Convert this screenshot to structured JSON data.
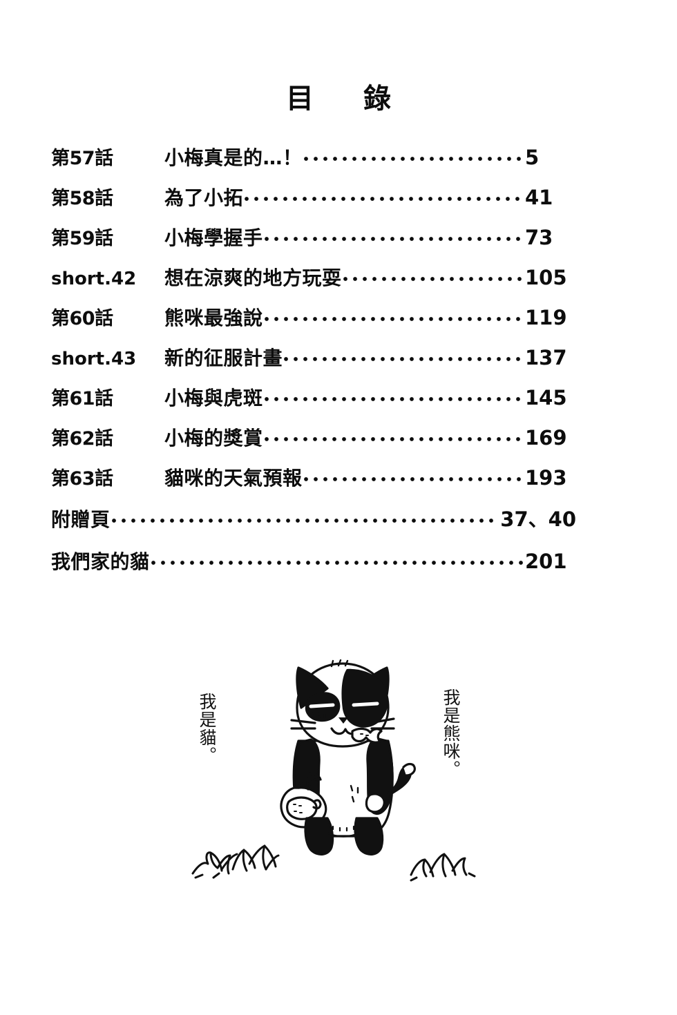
{
  "page": {
    "title_char_1": "目",
    "title_char_2": "錄"
  },
  "toc": {
    "rows": [
      {
        "chapter": "第57話",
        "chapter_style": "cjk",
        "title": "小梅真是的…！",
        "page": "5"
      },
      {
        "chapter": "第58話",
        "chapter_style": "cjk",
        "title": "為了小拓",
        "page": "41"
      },
      {
        "chapter": "第59話",
        "chapter_style": "cjk",
        "title": "小梅學握手",
        "page": "73"
      },
      {
        "chapter": "short.42",
        "chapter_style": "latin",
        "title": "想在涼爽的地方玩耍",
        "page": "105"
      },
      {
        "chapter": "第60話",
        "chapter_style": "cjk",
        "title": "熊咪最強說",
        "page": "119"
      },
      {
        "chapter": "short.43",
        "chapter_style": "latin",
        "title": "新的征服計畫",
        "page": "137"
      },
      {
        "chapter": "第61話",
        "chapter_style": "cjk",
        "title": "小梅與虎斑",
        "page": "145"
      },
      {
        "chapter": "第62話",
        "chapter_style": "cjk",
        "title": "小梅的獎賞",
        "page": "169"
      },
      {
        "chapter": "第63話",
        "chapter_style": "cjk",
        "title": "貓咪的天氣預報",
        "page": "193"
      },
      {
        "chapter": "",
        "chapter_style": "none",
        "title": "附贈頁",
        "page": "37、40"
      },
      {
        "chapter": "",
        "chapter_style": "none",
        "title": "我們家的貓",
        "page": "201"
      }
    ]
  },
  "illustration": {
    "label_left": "我是貓。",
    "label_right": "我是熊咪。",
    "subject": "black-and-white cat standing in grass, eating a fish, holding a bag of fish",
    "ink_color": "#111111"
  }
}
